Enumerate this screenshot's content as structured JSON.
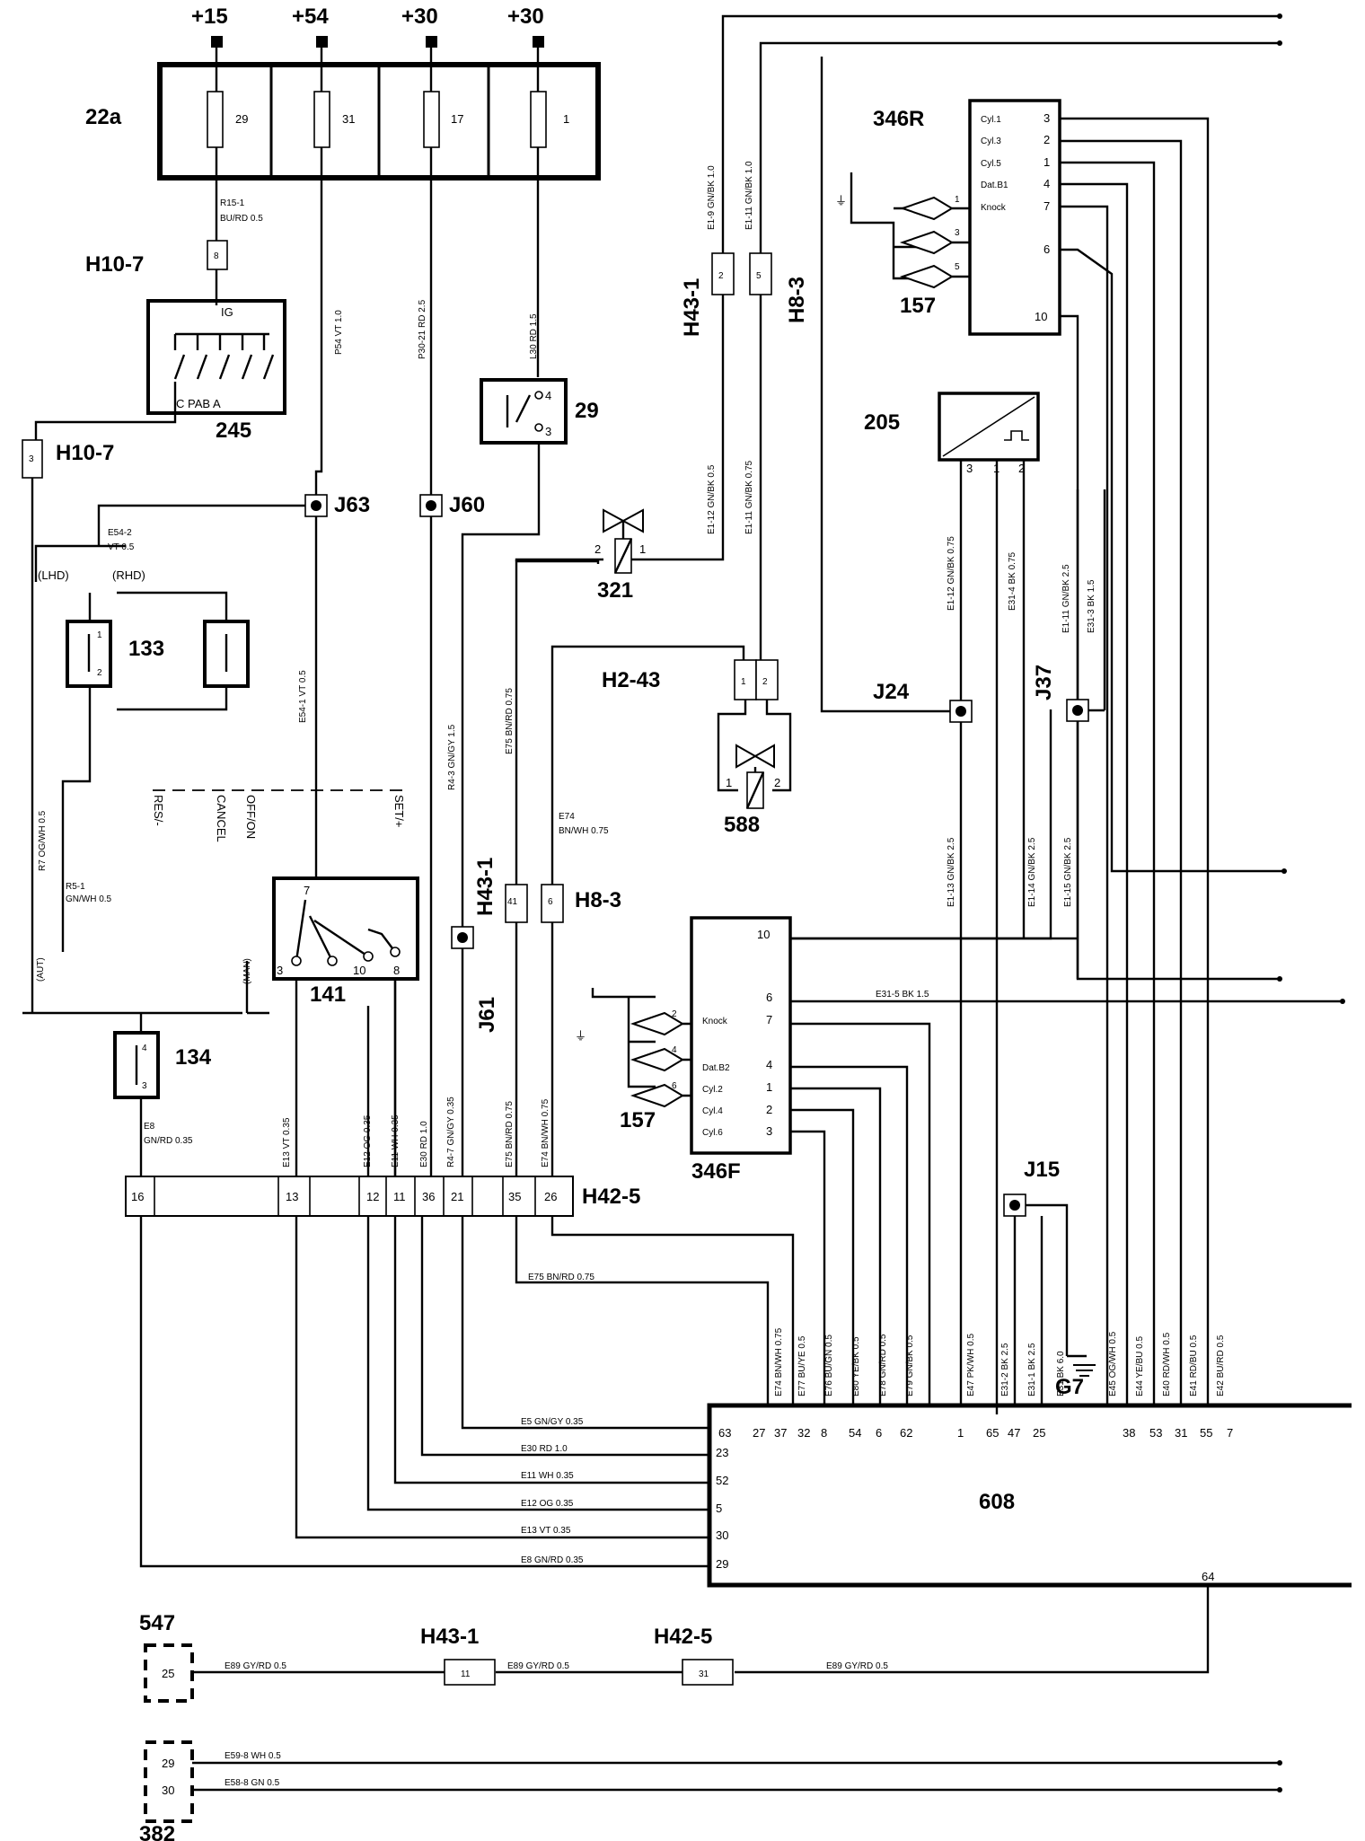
{
  "supply": {
    "plus15": "+15",
    "plus54": "+54",
    "plus30a": "+30",
    "plus30b": "+30"
  },
  "fusebox": {
    "id": "22a",
    "f29": "29",
    "f31": "31",
    "f17": "17",
    "f1": "1"
  },
  "h10_7": {
    "id": "H10-7",
    "pinA": "8",
    "pinB": "3"
  },
  "c245": {
    "id": "245",
    "ig": "IG",
    "pins": "C  PAB  A"
  },
  "c29": {
    "id": "29",
    "p4": "4",
    "p3": "3"
  },
  "j63": "J63",
  "j60": "J60",
  "j61": "J61",
  "j24": "J24",
  "j37": "J37",
  "j15": "J15",
  "c133": {
    "id": "133",
    "p1": "1",
    "p2": "2",
    "lhd": "(LHD)",
    "rhd": "(RHD)"
  },
  "c141": {
    "id": "141",
    "p7": "7",
    "p3": "3",
    "p10": "10",
    "p8": "8"
  },
  "c134": {
    "id": "134",
    "p4": "4",
    "p3": "3"
  },
  "switch_labels": {
    "res": "RES/-",
    "cancel": "CANCEL",
    "offon": "OFF/ON",
    "set": "SET/+"
  },
  "aut": "(AUT)",
  "man": "(MAN)",
  "c321": {
    "id": "321",
    "p1": "1",
    "p2": "2"
  },
  "c588": {
    "id": "588",
    "p1": "1",
    "p2": "2"
  },
  "h2_43": {
    "id": "H2-43",
    "p1": "1",
    "p2": "2"
  },
  "h43_1": {
    "id": "H43-1",
    "p2": "2",
    "p41": "41",
    "p11": "11"
  },
  "h8_3": {
    "id": "H8-3",
    "p5": "5",
    "p6": "6"
  },
  "h42_5": {
    "id": "H42-5",
    "pins": [
      "16",
      "13",
      "12",
      "11",
      "36",
      "21",
      "35",
      "26"
    ],
    "p31": "31"
  },
  "c205": {
    "id": "205",
    "pins": [
      "3",
      "1",
      "2"
    ]
  },
  "c346R": {
    "id": "346R",
    "rows": [
      "Cyl.1",
      "Cyl.3",
      "Cyl.5",
      "Dat.B1",
      "Knock"
    ],
    "pins": [
      "3",
      "2",
      "1",
      "4",
      "7",
      "6",
      "10"
    ]
  },
  "c346F": {
    "id": "346F",
    "rows": [
      "Knock",
      "Dat.B2",
      "Cyl.2",
      "Cyl.4",
      "Cyl.6"
    ],
    "pins": [
      "10",
      "6",
      "7",
      "4",
      "1",
      "2",
      "3"
    ]
  },
  "c157": {
    "id": "157",
    "r_pins": [
      "1",
      "3",
      "5"
    ],
    "f_pins": [
      "2",
      "4",
      "6"
    ]
  },
  "c608": {
    "id": "608",
    "left_pins": [
      "23",
      "52",
      "5",
      "30",
      "29"
    ],
    "top_pins": [
      "63",
      "27",
      "37",
      "32",
      "8",
      "54",
      "6",
      "62",
      "1",
      "65",
      "47",
      "25",
      "38",
      "53",
      "31",
      "55",
      "7"
    ],
    "p64": "64"
  },
  "c547": {
    "id": "547",
    "p25": "25"
  },
  "c382": {
    "id": "382",
    "p29": "29",
    "p30": "30"
  },
  "g7": "G7",
  "wires": {
    "r15": "R15-1",
    "r15c": "BU/RD   0.5",
    "p54": "P54   VT   1.0",
    "p30": "P30-21    RD   2.5",
    "l30": "L30    RD   1.5",
    "e54_2": "E54-2",
    "e54_2c": "VT   0.5",
    "e54_1": "E54-1         VT   0.5",
    "r4_3": "R4-3     GN/GY   1.5",
    "e75v": "E75    BN/RD   0.75",
    "e74": "E74",
    "e74c": "BN/WH   0.75",
    "e1_9": "E1-9     GN/BK   1.0",
    "e1_11a": "E1-11     GN/BK   1.0",
    "e1_12a": "E1-12     GN/BK   0.5",
    "e1_11b": "E1-11     GN/BK   0.75",
    "r7": "R7   OG/WH   0.5",
    "r5_1": "R5-1",
    "r5_1c": "GN/WH   0.5",
    "e1_12b": "E1-12     GN/BK   0.75",
    "e31_4": "E31-4     BK   0.75",
    "e1_11c": "E1-11     GN/BK   2.5",
    "e31_3": "E31-3    BK   1.5",
    "e1_13": "E1-13     GN/BK   2.5",
    "e1_14": "E1-14     GN/BK   2.5",
    "e1_15": "E1-15     GN/BK   2.5",
    "e31_5": "E31-5     BK   1.5",
    "e8": "E8",
    "e8c": "GN/RD   0.35",
    "e13v": "E13   VT   0.35",
    "e12v": "E12   OG   0.35",
    "e11v": "E11   WH   0.35",
    "e30v": "E30   RD   1.0",
    "r4_7": "R4-7   GN/GY   0.35",
    "e75b": "E75   BN/RD   0.75",
    "e74b": "E74   BN/WH   0.75",
    "e75h": "E75    BN/RD    0.75",
    "e5": "E5    GN/GY   0.35",
    "e30": "E30    RD   1.0",
    "e11": "E11    WH   0.35",
    "e12": "E12    OG   0.35",
    "e13": "E13    VT   0.35",
    "e8b": "E8    GN/RD   0.35",
    "b608": [
      "E74  BN/WH  0.75",
      "E77  BU/YE  0.5",
      "E76  BU/GN  0.5",
      "E80  YE/BK  0.5",
      "E78  GN/RD  0.5",
      "E79  GN/BK  0.5",
      "E47  PK/WH  0.5",
      "E31-2   BK   2.5",
      "E31-1   BK   2.5",
      "E31   BK   6.0",
      "E45  OG/WH  0.5",
      "E44  YE/BU  0.5",
      "E40  RD/WH  0.5",
      "E41  RD/BU  0.5",
      "E42  BU/RD  0.5"
    ],
    "e89": "E89    GY/RD    0.5",
    "e59": "E59-8     WH   0.5",
    "e58": "E58-8     GN   0.5"
  }
}
